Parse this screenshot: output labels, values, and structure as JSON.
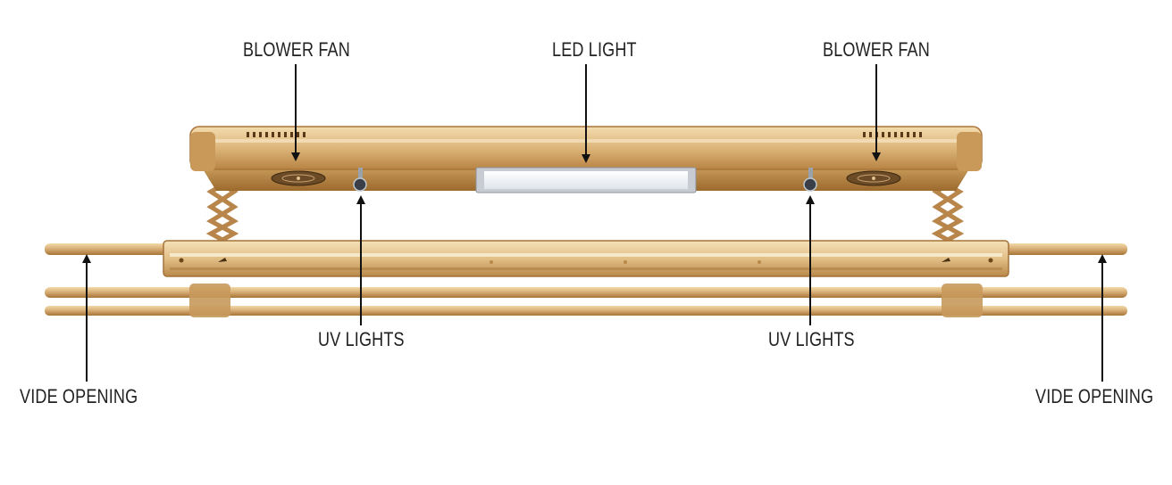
{
  "diagram": {
    "product": "motorized-clothes-drying-rack",
    "colors": {
      "frame": "#d4a86a",
      "frame_dark": "#8a5a22",
      "frame_light": "#f0d6a4",
      "rod": "#d6ad72",
      "led": "#f4f6f8",
      "arrow": "#111111",
      "text": "#222222"
    },
    "labels": {
      "blower_fan_left": "BLOWER FAN",
      "led_light": "LED LIGHT",
      "blower_fan_right": "BLOWER FAN",
      "uv_lights_left": "UV LIGHTS",
      "uv_lights_right": "UV LIGHTS",
      "vide_opening_left": "VIDE OPENING",
      "vide_opening_right": "VIDE OPENING"
    }
  }
}
